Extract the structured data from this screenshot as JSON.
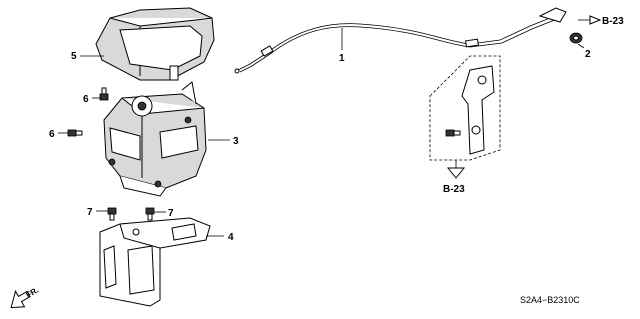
{
  "callouts": {
    "p1": "1",
    "p2": "2",
    "p3": "3",
    "p4": "4",
    "p5": "5",
    "p6a": "6",
    "p6b": "6",
    "p7a": "7",
    "p7b": "7"
  },
  "refs": {
    "top": "B-23",
    "bottom": "B-23"
  },
  "direction_label": "FR.",
  "diagram_code": "S2A4−B2310C"
}
